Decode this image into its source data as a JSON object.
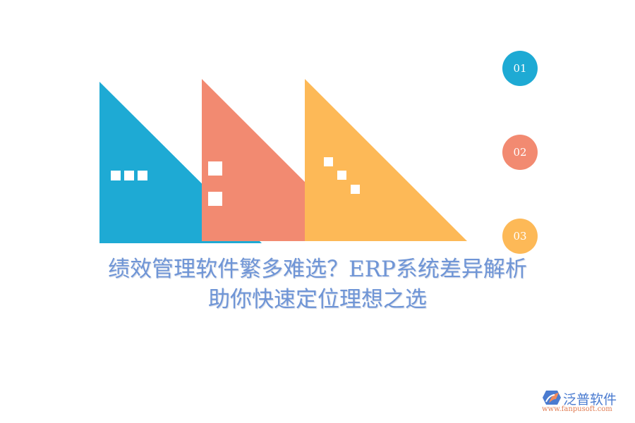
{
  "colors": {
    "blue": "#1eaad4",
    "salmon": "#f28a71",
    "orange": "#fdb957",
    "title_text": "#6f95d6",
    "background": "#ffffff"
  },
  "graphic": {
    "triangles": [
      {
        "name": "blue-triangle",
        "color": "#1eaad4",
        "markers": 3,
        "marker_layout": "horizontal"
      },
      {
        "name": "salmon-triangle",
        "color": "#f28a71",
        "markers": 2,
        "marker_layout": "vertical"
      },
      {
        "name": "orange-triangle",
        "color": "#fdb957",
        "markers": 3,
        "marker_layout": "diagonal"
      }
    ]
  },
  "steps": [
    {
      "label": "01",
      "color": "#1eaad4"
    },
    {
      "label": "02",
      "color": "#f28a71"
    },
    {
      "label": "03",
      "color": "#fdb957"
    }
  ],
  "title": {
    "line1": "绩效管理软件繁多难选？ERP系统差异解析",
    "line2": "助你快速定位理想之选"
  },
  "logo": {
    "name": "泛普软件",
    "url": "www.fanpusoft.com",
    "icon": "fanpu-logo-icon"
  }
}
